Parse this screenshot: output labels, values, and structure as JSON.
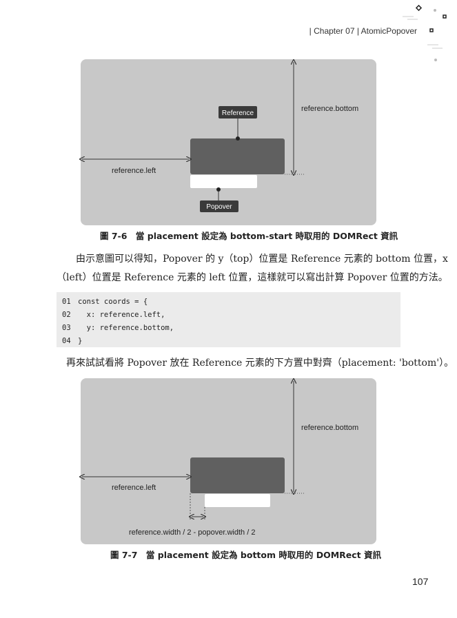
{
  "header": {
    "chapter": "| Chapter  07 |",
    "title": "AtomicPopover"
  },
  "figure1": {
    "reference_label": "Reference",
    "popover_label": "Popover",
    "left_label": "reference.left",
    "bottom_label": "reference.bottom",
    "caption": "圖 7-6　當 placement 設定為 bottom-start 時取用的 DOMRect 資訊"
  },
  "paragraph1": {
    "line1": "由示意圖可以得知，Popover 的 y（top）位置是 Reference 元素的 bottom 位置，x",
    "line2": "（left）位置是 Reference 元素的 left 位置，這樣就可以寫出計算 Popover 位置的方法。"
  },
  "code": [
    {
      "num": "01",
      "text": "const coords = {"
    },
    {
      "num": "02",
      "text": "  x: reference.left,"
    },
    {
      "num": "03",
      "text": "  y: reference.bottom,"
    },
    {
      "num": "04",
      "text": "}"
    }
  ],
  "paragraph2": "再來試試看將 Popover 放在 Reference 元素的下方置中對齊（placement: 'bottom'）。",
  "figure2": {
    "left_label": "reference.left",
    "bottom_label": "reference.bottom",
    "offset_label": "reference.width / 2 - popover.width / 2",
    "caption": "圖 7-7　當 placement 設定為 bottom 時取用的 DOMRect 資訊"
  },
  "page_number": "107"
}
